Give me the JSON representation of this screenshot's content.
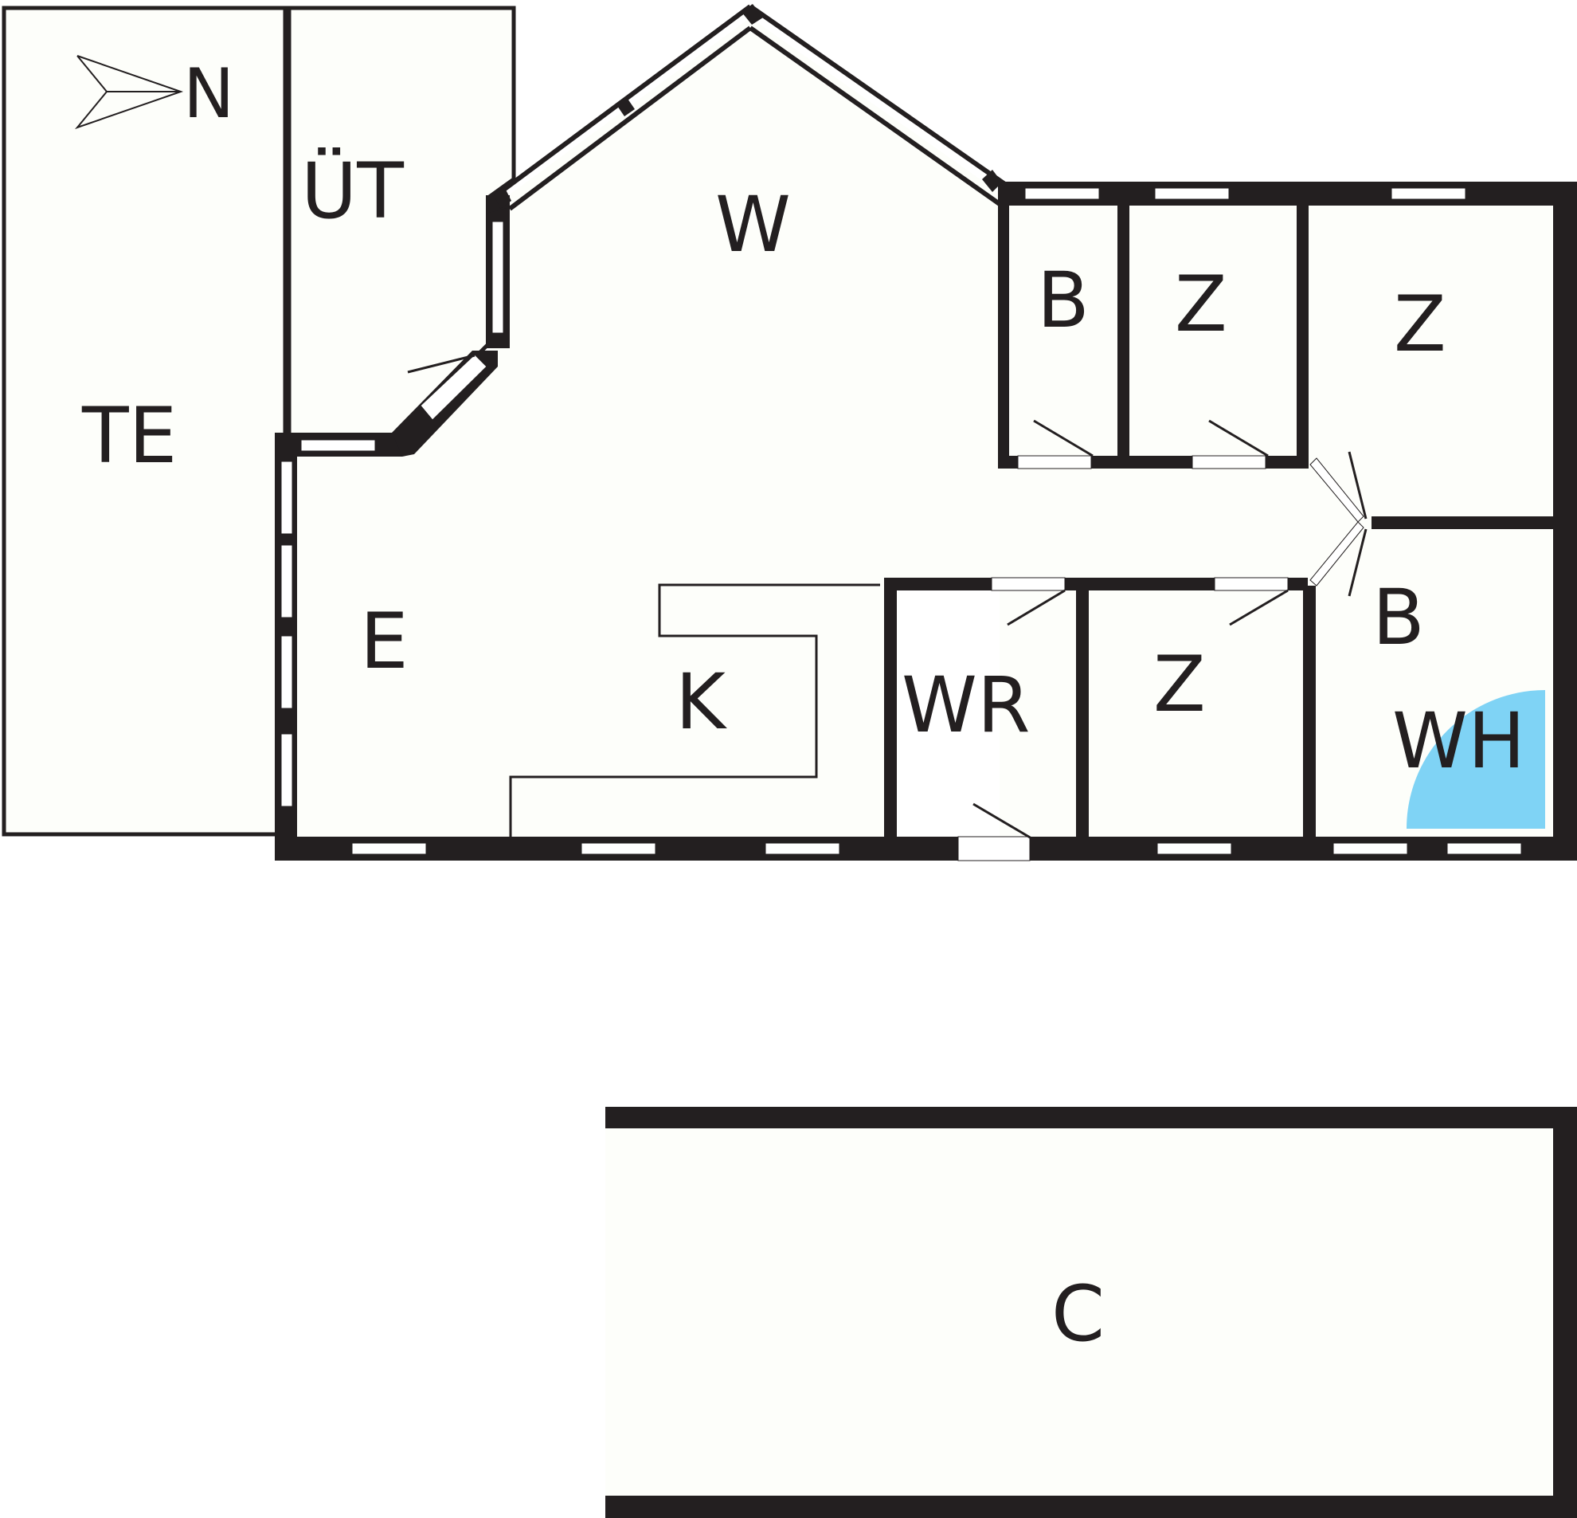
{
  "compass": {
    "label": "N"
  },
  "rooms": {
    "terrace": "TE",
    "covered_terrace": "ÜT",
    "living": "W",
    "bath_top": "B",
    "room_top_middle": "Z",
    "room_top_right": "Z",
    "entrance": "E",
    "kitchen": "K",
    "toilet": "WR",
    "room_bottom": "Z",
    "bath_right": "B",
    "whirlpool": "WH",
    "carport": "C"
  },
  "colors": {
    "wall": "#231f20",
    "floor": "#fdfefa",
    "window": "#ffffff",
    "whirlpool": "#7fd3f5"
  }
}
